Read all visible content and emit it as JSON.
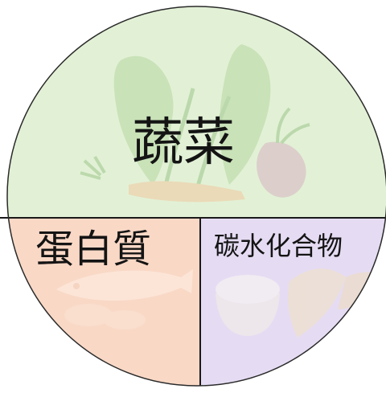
{
  "sections": {
    "vegetables": {
      "label": "蔬菜",
      "color": "#e2f1d6",
      "illustration": "vegetables-illustration"
    },
    "protein": {
      "label": "蛋白質",
      "color": "#f9d8c6",
      "illustration": "seafood-illustration"
    },
    "carbohydrates": {
      "label": "碳水化合物",
      "color": "#e5dcf3",
      "illustration": "rice-and-corn-illustration"
    }
  },
  "colors": {
    "outline": "#2a2a2a",
    "divider": "#1a1a1a",
    "text": "#141414"
  }
}
